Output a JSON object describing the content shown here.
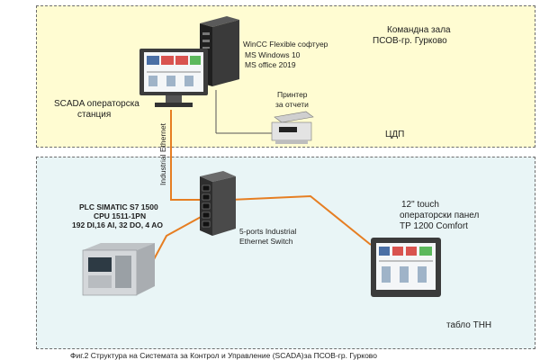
{
  "control_room": {
    "title_line1": "Командна зала",
    "title_line2": "ПСОВ-гр. Гурково",
    "cdp_label": "ЦДП",
    "scada_line1": "SCADA операторска",
    "scada_line2": "станция",
    "software_line1": "WinCC Flexible софтуер",
    "software_line2": "MS Windows 10",
    "software_line3": "MS office 2019",
    "printer_line1": "Принтер",
    "printer_line2": "за отчети"
  },
  "field_panel": {
    "network_vertical_label": "Industrial Ethernet",
    "plc_line1": "PLC SIMATIC S7 1500",
    "plc_line2": "CPU 1511-1PN",
    "plc_line3": "192 DI,16 AI, 32 DO, 4 AO",
    "switch_line1": "5-ports Industrial",
    "switch_line2": "Ethernet Switch",
    "hmi_line1": "12\" touch",
    "hmi_line2": "операторски панел",
    "hmi_line3": "TP 1200 Comfort",
    "panel_label": "табло ТНН"
  },
  "caption": "Фиг.2 Структура на Системата за Контрол и Управление (SCADA)за ПСОВ-гр. Гурково",
  "colors": {
    "top_zone": "#fffcd2",
    "bottom_zone": "#e9f5f6",
    "ethernet_cable": "#e67e22",
    "screen_red": "#d9534f",
    "screen_green": "#5cb85c",
    "screen_blue": "#4a6fa5"
  }
}
